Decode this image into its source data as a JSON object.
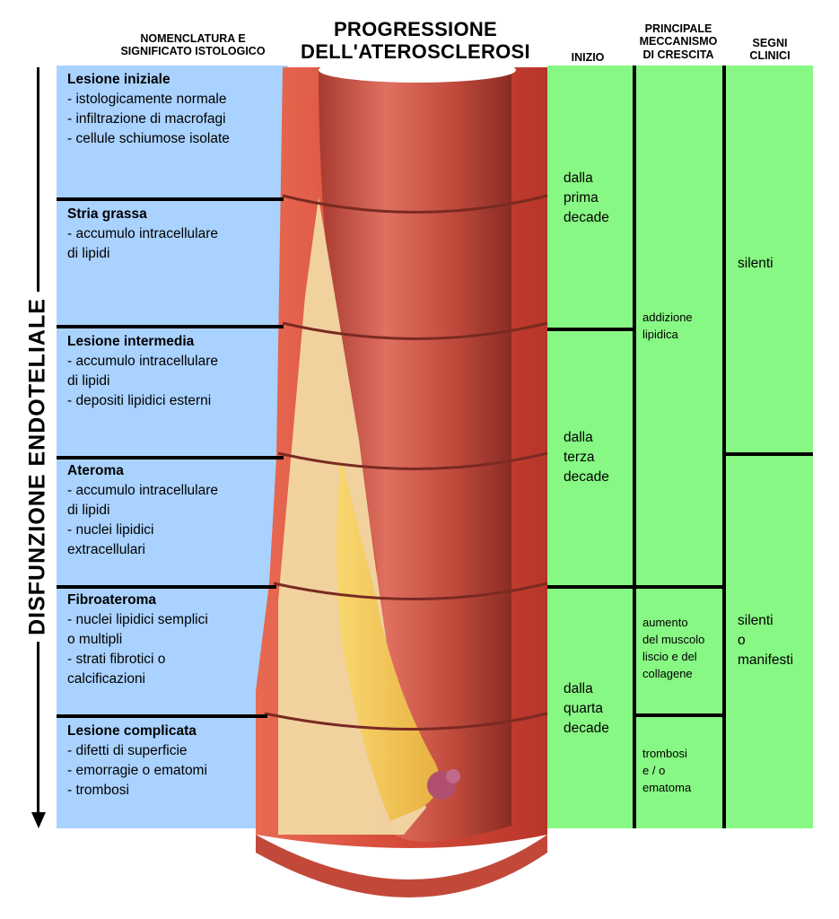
{
  "headers": {
    "nomenclature": "NOMENCLATURA E\nSIGNIFICATO ISTOLOGICO",
    "progression": "PROGRESSIONE\nDELL'ATEROSCLEROSI",
    "onset": "INIZIO",
    "mechanism": "PRINCIPALE\nMECCANISMO\nDI  CRESCITA",
    "signs": "SEGNI\nCLINICI"
  },
  "side_label": "DISFUNZIONE ENDOTELIALE",
  "stages": [
    {
      "title": "Lesione iniziale",
      "lines": [
        "- istologicamente normale",
        "- infiltrazione di macrofagi",
        "- cellule schiumose isolate"
      ]
    },
    {
      "title": "Stria grassa",
      "lines": [
        "- accumulo intracellulare",
        "di lipidi"
      ]
    },
    {
      "title": "Lesione intermedia",
      "lines": [
        "- accumulo intracellulare",
        "di lipidi",
        "- depositi lipidici esterni"
      ]
    },
    {
      "title": "Ateroma",
      "lines": [
        "- accumulo intracellulare",
        "di lipidi",
        "- nuclei lipidici",
        "extracellulari"
      ]
    },
    {
      "title": "Fibroateroma",
      "lines": [
        "- nuclei lipidici semplici",
        "o multipli",
        "- strati fibrotici o",
        "calcificazioni"
      ]
    },
    {
      "title": "Lesione complicata",
      "lines": [
        "- difetti di superficie",
        "- emorragie o ematomi",
        "- trombosi"
      ]
    }
  ],
  "onset": [
    {
      "lines": [
        "dalla",
        "prima",
        "decade"
      ]
    },
    {
      "lines": [
        "dalla",
        "terza",
        "decade"
      ]
    },
    {
      "lines": [
        "dalla",
        "quarta",
        "decade"
      ]
    }
  ],
  "mechanism": [
    {
      "lines": [
        "addizione",
        "lipidica"
      ]
    },
    {
      "lines": [
        "aumento",
        "del muscolo",
        "liscio e del",
        "collagene"
      ]
    },
    {
      "lines": [
        "trombosi",
        "e / o",
        "ematoma"
      ]
    }
  ],
  "signs": [
    {
      "lines": [
        "silenti"
      ]
    },
    {
      "lines": [
        "silenti",
        "o",
        "manifesti"
      ]
    }
  ],
  "colors": {
    "blue_panel": "#aad2ff",
    "green_panel": "#88f884",
    "vessel_wall": "#d94a3a",
    "lumen": "#c24a3e",
    "lipid_core": "#f6c850",
    "plaque": "#f3dfa8"
  }
}
